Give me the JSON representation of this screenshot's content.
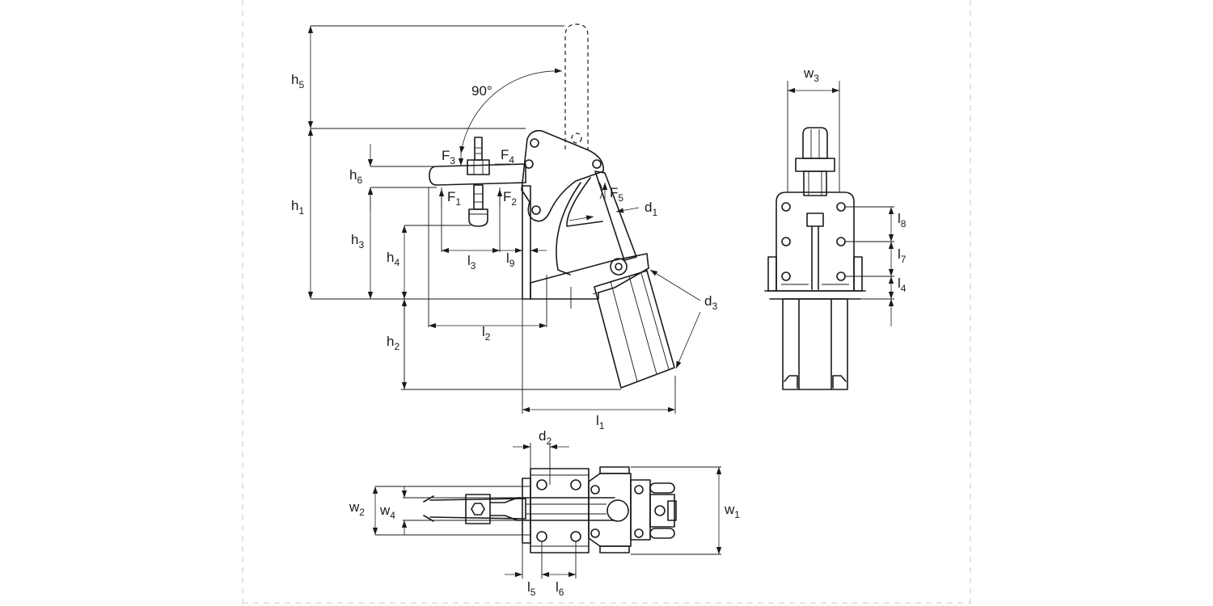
{
  "labels": {
    "h5": {
      "base": "h",
      "sub": "5"
    },
    "angle": {
      "text": "90°"
    },
    "F3": {
      "base": "F",
      "sub": "3"
    },
    "F4": {
      "base": "F",
      "sub": "4"
    },
    "h6": {
      "base": "h",
      "sub": "6"
    },
    "F1": {
      "base": "F",
      "sub": "1"
    },
    "F2": {
      "base": "F",
      "sub": "2"
    },
    "F5": {
      "base": "F",
      "sub": "5"
    },
    "d1": {
      "base": "d",
      "sub": "1"
    },
    "h1": {
      "base": "h",
      "sub": "1"
    },
    "h3": {
      "base": "h",
      "sub": "3"
    },
    "h4": {
      "base": "h",
      "sub": "4"
    },
    "l3": {
      "base": "l",
      "sub": "3"
    },
    "l9": {
      "base": "l",
      "sub": "9"
    },
    "d3": {
      "base": "d",
      "sub": "3"
    },
    "l2": {
      "base": "l",
      "sub": "2"
    },
    "h2": {
      "base": "h",
      "sub": "2"
    },
    "l1": {
      "base": "l",
      "sub": "1"
    },
    "w3": {
      "base": "w",
      "sub": "3"
    },
    "l8": {
      "base": "l",
      "sub": "8"
    },
    "l7": {
      "base": "l",
      "sub": "7"
    },
    "l4": {
      "base": "l",
      "sub": "4"
    },
    "d2": {
      "base": "d",
      "sub": "2"
    },
    "w2": {
      "base": "w",
      "sub": "2"
    },
    "w4": {
      "base": "w",
      "sub": "4"
    },
    "w1": {
      "base": "w",
      "sub": "1"
    },
    "l5": {
      "base": "l",
      "sub": "5"
    },
    "l6": {
      "base": "l",
      "sub": "6"
    }
  }
}
